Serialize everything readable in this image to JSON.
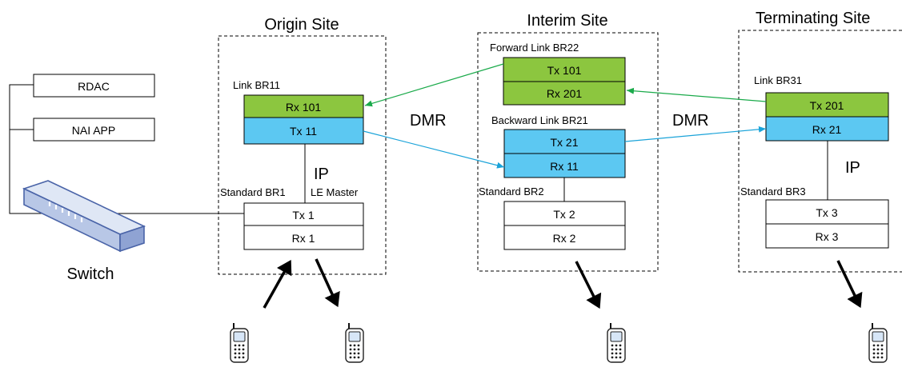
{
  "sites": {
    "origin": "Origin Site",
    "interim": "Interim Site",
    "terminating": "Terminating Site"
  },
  "apps": {
    "rdac": "RDAC",
    "nai_app": "NAI APP",
    "switch": "Switch"
  },
  "origin": {
    "link_label": "Link BR11",
    "rx": "Rx 101",
    "tx": "Tx 11",
    "ip": "IP",
    "standard_label": "Standard BR1",
    "master_label": "LE Master",
    "std_tx": "Tx 1",
    "std_rx": "Rx 1"
  },
  "interim": {
    "forward_label": "Forward Link BR22",
    "fwd_tx": "Tx 101",
    "fwd_rx": "Rx 201",
    "backward_label": "Backward Link BR21",
    "bwd_tx": "Tx 21",
    "bwd_rx": "Rx 11",
    "standard_label": "Standard BR2",
    "std_tx": "Tx 2",
    "std_rx": "Rx 2"
  },
  "terminating": {
    "link_label": "Link BR31",
    "tx": "Tx 201",
    "rx": "Rx 21",
    "ip": "IP",
    "standard_label": "Standard BR3",
    "std_tx": "Tx 3",
    "std_rx": "Rx 3"
  },
  "dmr": {
    "left": "DMR",
    "right": "DMR"
  },
  "colors": {
    "link_green": "#8cc63f",
    "link_blue": "#5cc8f2",
    "arrow_green": "#1aaa4a",
    "arrow_blue": "#1aa3d9"
  },
  "icons": [
    "switch-icon",
    "mobile-phone-icon"
  ]
}
